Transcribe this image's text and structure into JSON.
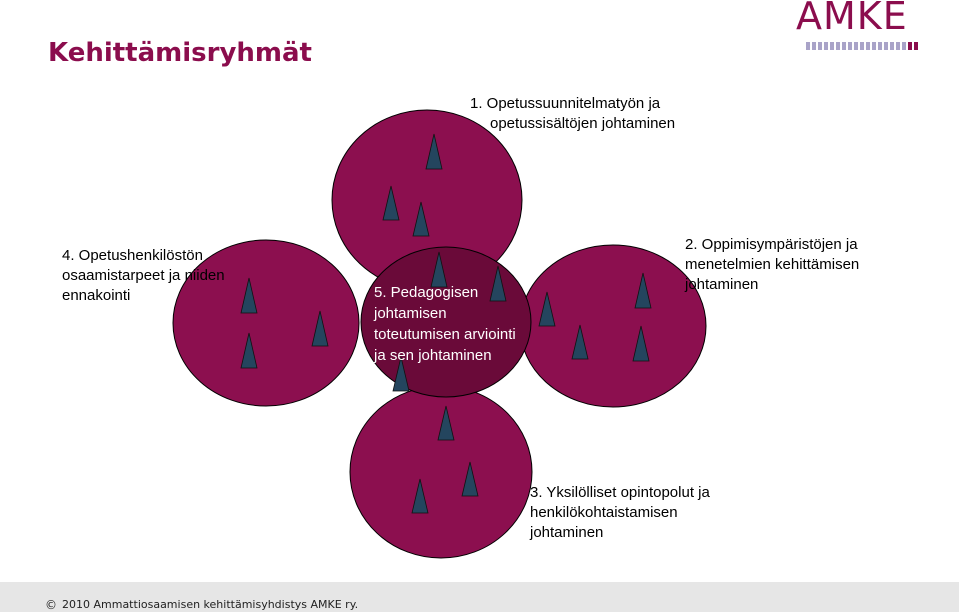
{
  "slide": {
    "title": "Kehittämisryhmät",
    "logo_text": "AMKE"
  },
  "groups": [
    {
      "id": 1,
      "label_lines": [
        "1. Opetussuunnitelmatyön  ja",
        "opetussisältöjen  johtaminen"
      ]
    },
    {
      "id": 2,
      "label_lines": [
        "2. Oppimisympäristöjen ja",
        "menetelmien kehittämisen",
        "johtaminen"
      ]
    },
    {
      "id": 3,
      "label_lines": [
        "3. Yksilölliset opintopolut ja",
        "henkilökohtaistamisen",
        "johtaminen"
      ]
    },
    {
      "id": 4,
      "label_lines": [
        "4. Opetushenkilöstön",
        "osaamistarpeet ja niiden",
        "ennakointi"
      ]
    },
    {
      "id": 5,
      "label_lines": [
        "5. Pedagogisen",
        "johtamisen",
        "toteutumisen arviointi",
        "ja sen johtaminen"
      ]
    }
  ],
  "footer": {
    "copyright_symbol": "©",
    "text": "2010 Ammattiosaamisen kehittämisyhdistys AMKE ry."
  },
  "colors": {
    "brand": "#8b0d4d",
    "circle_fill": "#8c0f4f",
    "center_fill": "#6a0a39",
    "marker_fill": "#24455e",
    "logo_bars": "#a9a3c8"
  }
}
